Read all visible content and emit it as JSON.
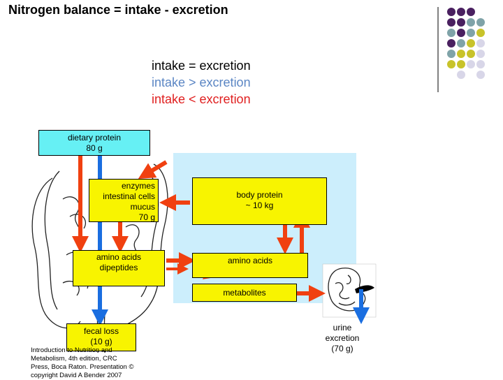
{
  "title": "Nitrogen balance = intake - excretion",
  "legend": {
    "equal": "intake = excretion",
    "greater": "intake > excretion",
    "less": "intake < excretion",
    "equal_color": "#000000",
    "greater_color": "#5b86c4",
    "less_color": "#e02020"
  },
  "boxes": {
    "dietary": [
      "dietary protein",
      "80 g"
    ],
    "enzymes": [
      "enzymes",
      "intestinal cells",
      "mucus",
      "70 g"
    ],
    "amino_left": [
      "amino acids",
      "dipeptides"
    ],
    "body_protein": [
      "body protein",
      "~ 10 kg"
    ],
    "amino_right": [
      "amino acids"
    ],
    "metabolites": [
      "metabolites"
    ],
    "fecal": [
      "fecal loss",
      "(10 g)"
    ],
    "urine": [
      "urine",
      "excretion",
      "(70 g)"
    ]
  },
  "credit": {
    "line1": "Introduction to Nutrition and",
    "line2": "Metabolism, 4th edition, CRC",
    "line3": "Press, Boca Raton. Presentation ©",
    "line4": "copyright David A Bender 2007"
  },
  "colors": {
    "box_yellow": "#f8f400",
    "box_cyan": "#66f0f4",
    "pool_blue": "#cceefc",
    "arrow_red": "#f04010",
    "arrow_blue": "#1a6ee0",
    "dot_purple": "#4a2060",
    "dot_teal": "#7fa3a8",
    "dot_olive": "#c8c32a",
    "dot_lavender": "#d8d6e8"
  },
  "decor_dots": [
    [
      "purple",
      "purple",
      "purple",
      ""
    ],
    [
      "purple",
      "purple",
      "teal",
      "teal"
    ],
    [
      "teal",
      "purple",
      "teal",
      "olive"
    ],
    [
      "purple",
      "teal",
      "olive",
      "lavender"
    ],
    [
      "teal",
      "olive",
      "olive",
      "lavender"
    ],
    [
      "olive",
      "olive",
      "lavender",
      "lavender"
    ],
    [
      "",
      "lavender",
      "",
      "lavender"
    ]
  ]
}
